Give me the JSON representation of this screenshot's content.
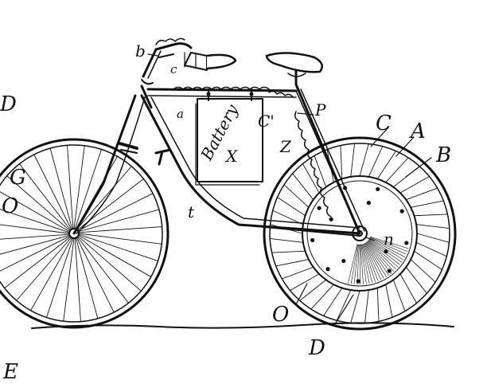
{
  "labels": {
    "A": "A",
    "B": "B",
    "C": "C",
    "C_prime": "C'",
    "D_left": "D",
    "D_bottom": "D",
    "E": "E",
    "G": "G",
    "O_left": "O",
    "O_bottom": "O",
    "P": "P",
    "X": "X",
    "Z": "Z",
    "a": "a",
    "b": "b",
    "c": "c",
    "t": "t",
    "n": "n",
    "battery": "Battery"
  },
  "colors": {
    "ink": "#111111",
    "paper": "#ffffff"
  }
}
